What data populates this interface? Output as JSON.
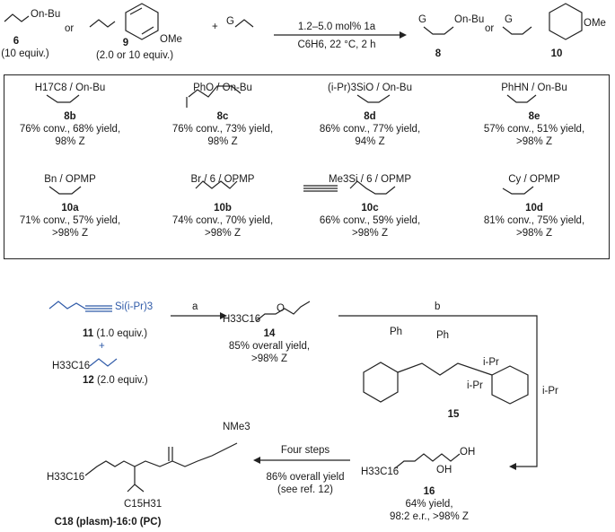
{
  "top_scheme": {
    "sub6": {
      "label": "On-Bu",
      "number": "6",
      "equiv": "(10 equiv.)"
    },
    "or1": "or",
    "sub9": {
      "label": "OMe",
      "number": "9",
      "equiv": "(2.0 or 10 equiv.)"
    },
    "plus": "+",
    "reagent_g": "G",
    "conditions_top": "1.2–5.0 mol% 1a",
    "conditions_bottom": "C6H6, 22 °C, 2 h",
    "prod8": {
      "g": "G",
      "label": "On-Bu",
      "number": "8"
    },
    "or2": "or",
    "prod10": {
      "g": "G",
      "label": "OMe",
      "number": "10"
    }
  },
  "products": [
    {
      "id": "8b",
      "struct": "H17C8 / On-Bu",
      "line1": "76% conv., 68% yield,",
      "line2": "98% Z"
    },
    {
      "id": "8c",
      "struct": "PhO / On-Bu",
      "line1": "76% conv., 73% yield,",
      "line2": "98% Z"
    },
    {
      "id": "8d",
      "struct": "(i-Pr)3SiO / On-Bu",
      "line1": "86% conv., 77% yield,",
      "line2": "94% Z"
    },
    {
      "id": "8e",
      "struct": "PhHN / On-Bu",
      "line1": "57% conv., 51% yield,",
      "line2": ">98% Z"
    },
    {
      "id": "10a",
      "struct": "Bn / OPMP",
      "line1": "71% conv., 57% yield,",
      "line2": ">98% Z"
    },
    {
      "id": "10b",
      "struct": "Br / 6 / OPMP",
      "line1": "74% conv., 70% yield,",
      "line2": ">98% Z"
    },
    {
      "id": "10c",
      "struct": "Me3Si / 6 / OPMP",
      "line1": "66% conv., 59% yield,",
      "line2": ">98% Z"
    },
    {
      "id": "10d",
      "struct": "Cy / OPMP",
      "line1": "81% conv., 75% yield,",
      "line2": ">98% Z"
    }
  ],
  "bottom_scheme": {
    "reactant11": {
      "label": "Si(i-Pr)3",
      "number": "11",
      "equiv": "(1.0 equiv.)"
    },
    "plus": "+",
    "reactant12": {
      "label": "H33C16",
      "number": "12",
      "equiv": "(2.0 equiv.)"
    },
    "arrow_a": "a",
    "prod14": {
      "label": "H33C16",
      "o": "O",
      "number": "14",
      "line1": "85% overall yield,",
      "line2": ">98% Z"
    },
    "arrow_b": "b",
    "cat15": {
      "number": "15",
      "ph1": "Ph",
      "ph2": "Ph",
      "ipr1": "i-Pr",
      "ipr2": "i-Pr",
      "ipr3": "i-Pr"
    },
    "prod16": {
      "label": "H33C16",
      "oh1": "OH",
      "oh2": "OH",
      "number": "16",
      "line1": "64% yield,",
      "line2": "98:2 e.r., >98% Z"
    },
    "steps_top": "Four steps",
    "steps_mid": "86% overall yield",
    "steps_bot": "(see ref. 12)",
    "pc": {
      "label": "H33C16",
      "acyl": "C15H31",
      "nme3": "NMe3",
      "name": "C18 (plasm)-16:0 (PC)"
    }
  }
}
